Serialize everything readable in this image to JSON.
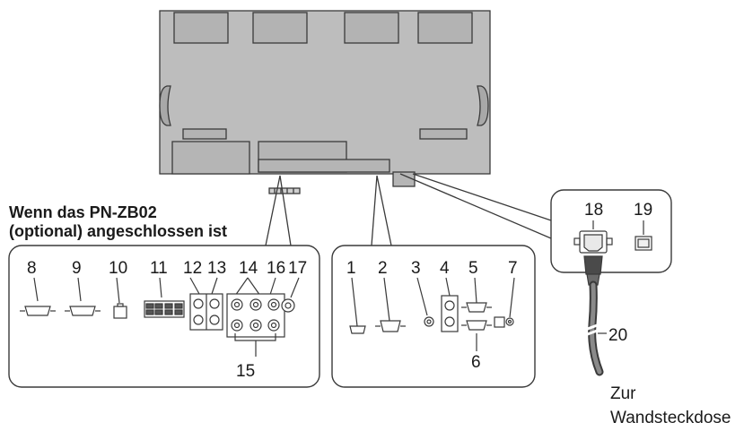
{
  "heading": {
    "line1": "Wenn das PN-ZB02",
    "line2": "(optional) angeschlossen ist"
  },
  "left_panel_labels": [
    "8",
    "9",
    "10",
    "11",
    "12",
    "13",
    "14",
    "16",
    "17",
    "15"
  ],
  "right_panel_labels": [
    "1",
    "2",
    "3",
    "4",
    "5",
    "7",
    "6"
  ],
  "power_labels": [
    "18",
    "19"
  ],
  "cable_label": "20",
  "destination": {
    "line1": "Zur",
    "line2": "Wandsteckdose"
  },
  "colors": {
    "monitor_fill": "#bdbdbd",
    "line": "#3a3a3a",
    "background": "#ffffff"
  }
}
